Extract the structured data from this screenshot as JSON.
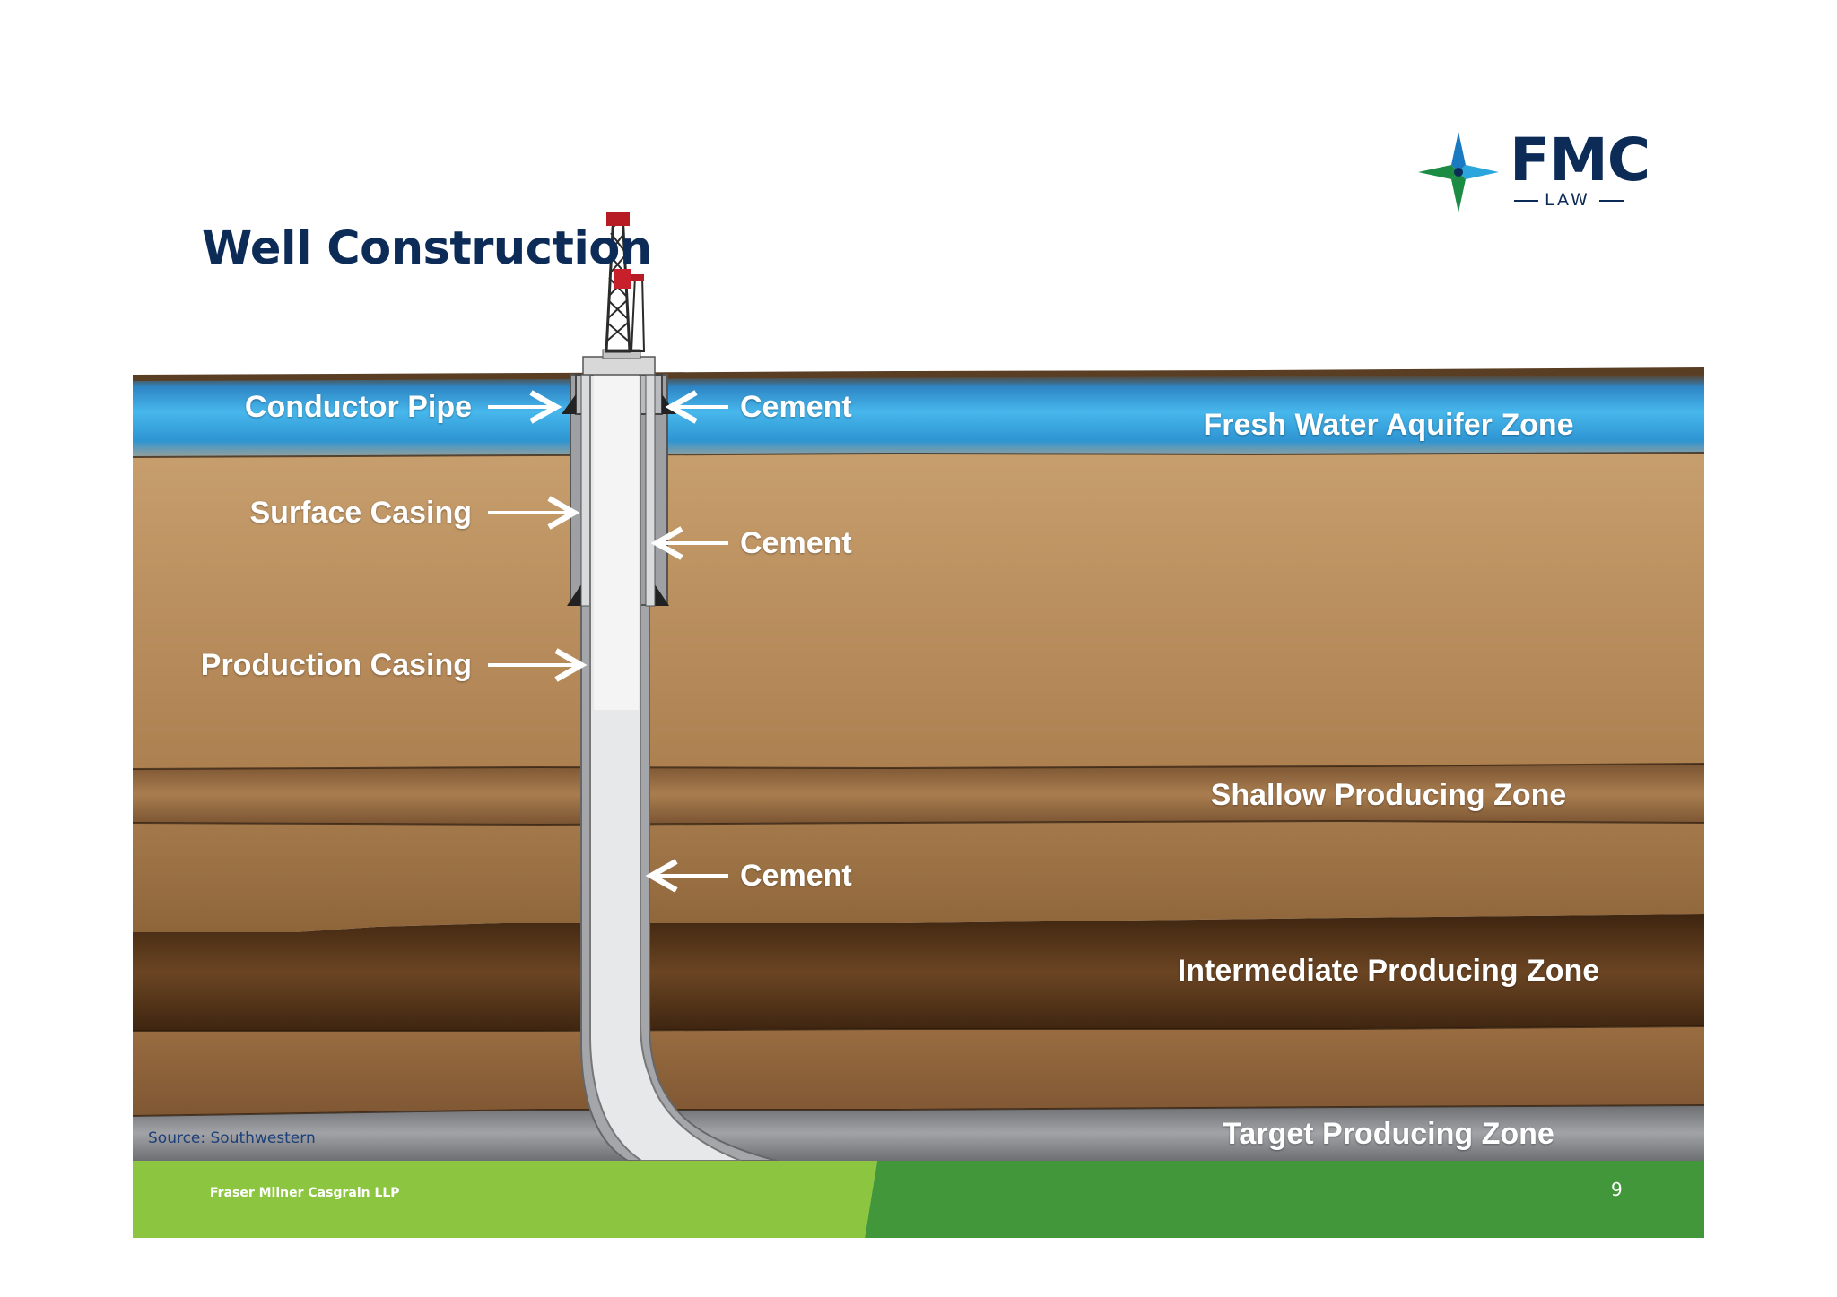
{
  "slide": {
    "title": "Well Construction",
    "source": "Source: Southwestern",
    "firm": "Fraser Milner Casgrain LLP",
    "page_number": "9"
  },
  "logo": {
    "name": "FMC",
    "sub": "LAW",
    "icon": "compass-star-icon"
  },
  "labels": {
    "conductor_pipe": "Conductor Pipe",
    "surface_casing": "Surface Casing",
    "production_casing": "Production Casing",
    "cement_1": "Cement",
    "cement_2": "Cement",
    "cement_3": "Cement"
  },
  "zones": {
    "fresh_water": "Fresh Water Aquifer Zone",
    "shallow": "Shallow Producing Zone",
    "intermediate": "Intermediate Producing Zone",
    "target": "Target Producing Zone"
  },
  "colors": {
    "title": "#0d2b57",
    "water": "#2ea3dc",
    "soil_light": "#c39b6a",
    "soil_dark": "#5e3b1c",
    "target_zone": "#8f9095",
    "footer_light_green": "#8cc640",
    "footer_dark_green": "#43973b"
  }
}
